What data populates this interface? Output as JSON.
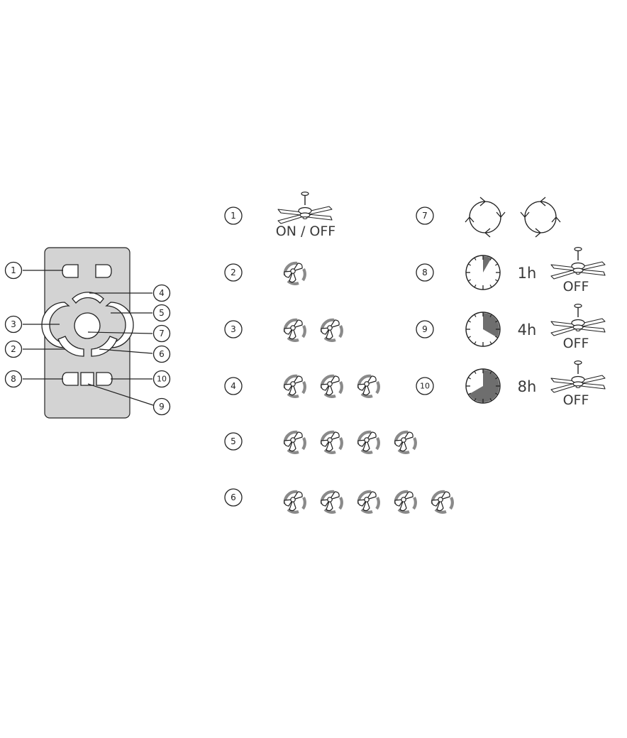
{
  "remote": {
    "callouts": [
      "1",
      "2",
      "3",
      "4",
      "5",
      "6",
      "7",
      "8",
      "9",
      "10"
    ]
  },
  "legend": {
    "items": [
      {
        "num": "1",
        "text": "ON / OFF"
      },
      {
        "num": "2"
      },
      {
        "num": "3"
      },
      {
        "num": "4"
      },
      {
        "num": "5"
      },
      {
        "num": "6"
      },
      {
        "num": "7"
      },
      {
        "num": "8",
        "hours": "1h",
        "text": "OFF",
        "fraction": 0.0833
      },
      {
        "num": "9",
        "hours": "4h",
        "text": "OFF",
        "fraction": 0.3333
      },
      {
        "num": "10",
        "hours": "8h",
        "text": "OFF",
        "fraction": 0.6667
      }
    ]
  },
  "colors": {
    "remote_body": "#d3d3d3",
    "line": "#222222",
    "arc_grey": "#8a8a8a",
    "timer_fill": "#6e6e6e"
  },
  "icons": {
    "ceiling_fan": "ceiling-fan-icon",
    "fan_speed": "fan-speed-icon",
    "reverse": "reverse-rotation-icon",
    "timer": "timer-clock-icon"
  }
}
